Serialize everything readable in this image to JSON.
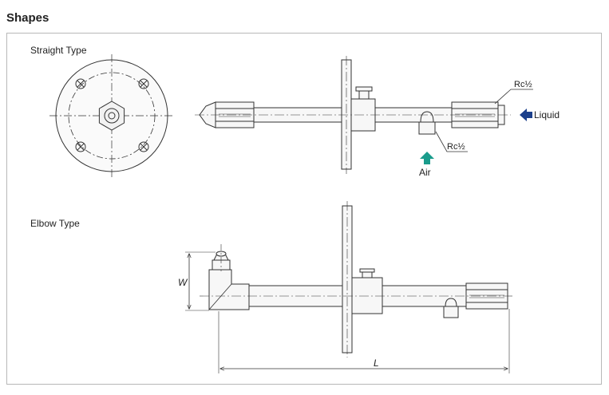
{
  "page": {
    "title": "Shapes"
  },
  "straight": {
    "label": "Straight Type",
    "thread_liquid": "Rc½",
    "thread_air": "Rc½",
    "liquid_label": "Liquid",
    "air_label": "Air"
  },
  "elbow": {
    "label": "Elbow Type",
    "dim_w": "W",
    "dim_l": "L"
  },
  "colors": {
    "liquid_arrow": "#1b3f8b",
    "air_arrow": "#1a9c8c",
    "line": "#333333",
    "fill": "#f4f4f4"
  }
}
